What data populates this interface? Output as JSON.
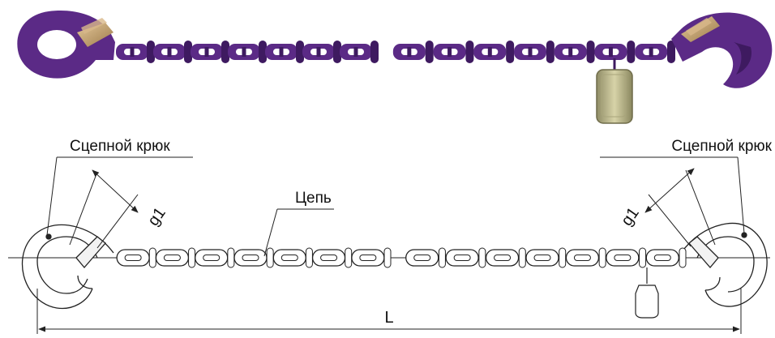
{
  "labels": {
    "hook_left": "Сцепной крюк",
    "hook_right": "Сцепной крюк",
    "chain": "Цепь",
    "length": "L",
    "gap_left": "g1",
    "gap_right": "g1"
  },
  "colors": {
    "chain_purple": "#5b2a86",
    "chain_purple_dark": "#3e1a60",
    "latch_tan": "#c9a878",
    "tag_khaki": "#c8c49a",
    "line": "#222222"
  },
  "chain_links_per_side": 7
}
